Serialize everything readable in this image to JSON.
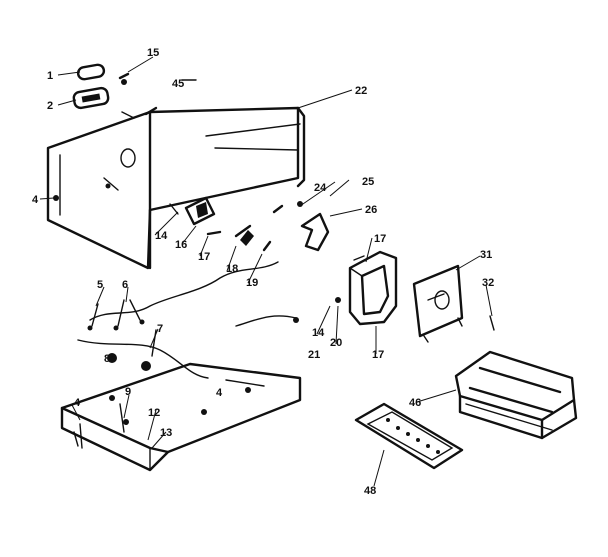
{
  "diagram": {
    "callouts": [
      {
        "id": "c-1",
        "text": "1"
      },
      {
        "id": "c-15",
        "text": "15"
      },
      {
        "id": "c-2",
        "text": "2"
      },
      {
        "id": "c-45",
        "text": "45"
      },
      {
        "id": "c-22",
        "text": "22"
      },
      {
        "id": "c-4a",
        "text": "4"
      },
      {
        "id": "c-24",
        "text": "24"
      },
      {
        "id": "c-25",
        "text": "25"
      },
      {
        "id": "c-26",
        "text": "26"
      },
      {
        "id": "c-14a",
        "text": "14"
      },
      {
        "id": "c-16",
        "text": "16"
      },
      {
        "id": "c-17a",
        "text": "17"
      },
      {
        "id": "c-18",
        "text": "18"
      },
      {
        "id": "c-19",
        "text": "19"
      },
      {
        "id": "c-17b",
        "text": "17"
      },
      {
        "id": "c-31",
        "text": "31"
      },
      {
        "id": "c-32",
        "text": "32"
      },
      {
        "id": "c-5",
        "text": "5"
      },
      {
        "id": "c-6",
        "text": "6"
      },
      {
        "id": "c-7",
        "text": "7"
      },
      {
        "id": "c-14b",
        "text": "14"
      },
      {
        "id": "c-20",
        "text": "20"
      },
      {
        "id": "c-21",
        "text": "21"
      },
      {
        "id": "c-17c",
        "text": "17"
      },
      {
        "id": "c-8",
        "text": "8"
      },
      {
        "id": "c-4b",
        "text": "4"
      },
      {
        "id": "c-46",
        "text": "46"
      },
      {
        "id": "c-4c",
        "text": "4"
      },
      {
        "id": "c-9",
        "text": "9"
      },
      {
        "id": "c-12",
        "text": "12"
      },
      {
        "id": "c-13",
        "text": "13"
      },
      {
        "id": "c-48",
        "text": "48"
      }
    ]
  }
}
